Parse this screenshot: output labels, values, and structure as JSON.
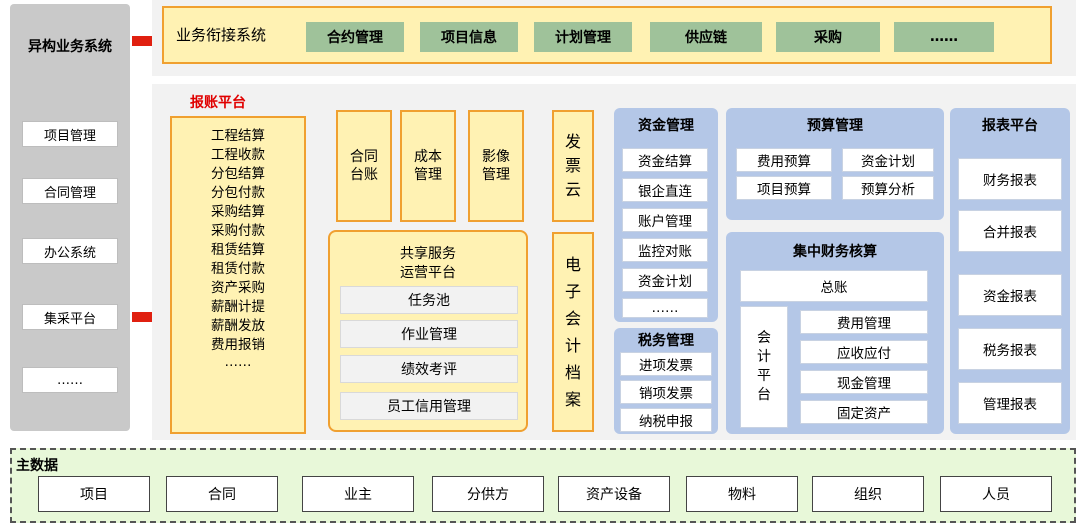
{
  "left": {
    "title": "异构业务系统",
    "items": [
      "项目管理",
      "合同管理",
      "办公系统",
      "集采平台",
      "……"
    ]
  },
  "top": {
    "title": "业务衔接系统",
    "tabs": [
      "合约管理",
      "项目信息",
      "计划管理",
      "供应链",
      "采购",
      "……"
    ]
  },
  "account_platform": {
    "title": "报账平台",
    "items": [
      "工程结算",
      "工程收款",
      "分包结算",
      "分包付款",
      "采购结算",
      "采购付款",
      "租赁结算",
      "租赁付款",
      "资产采购",
      "薪酬计提",
      "薪酬发放",
      "费用报销",
      "……"
    ]
  },
  "ledger_boxes": [
    "合同\n台账",
    "成本\n管理",
    "影像\n管理"
  ],
  "shared_service": {
    "title_line1": "共享服务",
    "title_line2": "运营平台",
    "items": [
      "任务池",
      "作业管理",
      "绩效考评",
      "员工信用管理"
    ]
  },
  "invoice_cloud": "发票云",
  "e_archive": "电子会计档案",
  "fund_mgmt": {
    "title": "资金管理",
    "items": [
      "资金结算",
      "银企直连",
      "账户管理",
      "监控对账",
      "资金计划",
      "……"
    ]
  },
  "tax_mgmt": {
    "title": "税务管理",
    "items": [
      "进项发票",
      "销项发票",
      "纳税申报"
    ]
  },
  "budget_mgmt": {
    "title": "预算管理",
    "items": [
      "费用预算",
      "资金计划",
      "项目预算",
      "预算分析"
    ]
  },
  "central_accounting": {
    "title": "集中财务核算",
    "general_ledger": "总账",
    "accounting_platform": "会计平台",
    "items": [
      "费用管理",
      "应收应付",
      "现金管理",
      "固定资产"
    ]
  },
  "report_platform": {
    "title": "报表平台",
    "items": [
      "财务报表",
      "合并报表",
      "资金报表",
      "税务报表",
      "管理报表"
    ]
  },
  "master_data": {
    "title": "主数据",
    "items": [
      "项目",
      "合同",
      "业主",
      "分供方",
      "资产设备",
      "物料",
      "组织",
      "人员"
    ]
  },
  "colors": {
    "yellow_fill": "#fff2b3",
    "orange_border": "#f0a030",
    "tab_green": "#9fc29a",
    "blue_panel": "#b4c7e7",
    "master_green": "#e8f8d9",
    "arrow_red": "#e02010",
    "title_red": "#e00000"
  },
  "icons": [
    "right-arrow-icon"
  ]
}
